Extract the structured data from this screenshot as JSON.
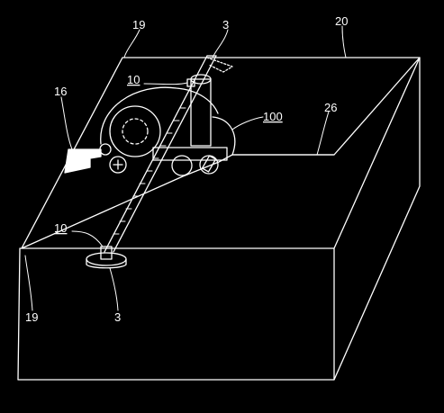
{
  "figure": {
    "background": "#000000",
    "stroke": "#ffffff"
  },
  "labels": {
    "top_19": "19",
    "top_3": "3",
    "top_20": "20",
    "mid_10": "10",
    "ref_100": "100",
    "ref_26": "26",
    "ref_16": "16",
    "low_10": "10",
    "bottom_19": "19",
    "bottom_3": "3"
  }
}
